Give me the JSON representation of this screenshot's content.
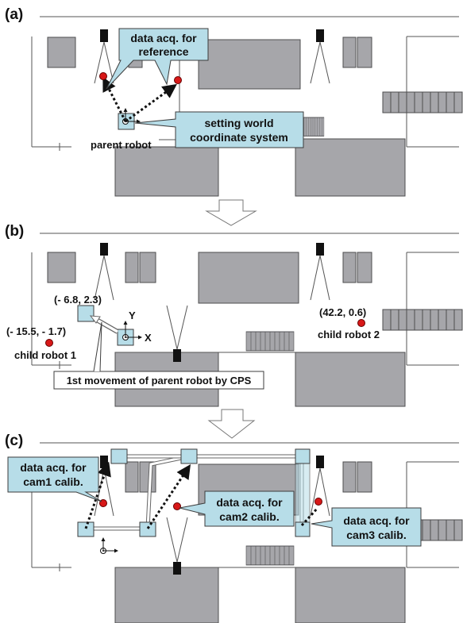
{
  "panels": {
    "a": {
      "label": "(a)",
      "callout_reference": [
        "data acq. for",
        "reference"
      ],
      "callout_world": [
        "setting world",
        "coordinate system"
      ],
      "parent_robot_label": "parent robot"
    },
    "b": {
      "label": "(b)",
      "coord_parent_target": "(- 6.8,   2.3)",
      "coord_child1": "(- 15.5,   - 1.7)",
      "coord_child2": "(42.2,   0.6)",
      "child_robot_1_label": "child robot 1",
      "child_robot_2_label": "child robot 2",
      "axis_y": "Y",
      "axis_x": "X",
      "callout_movement": "1st movement of parent robot by CPS"
    },
    "c": {
      "label": "(c)",
      "callout_cam1": [
        "data acq. for",
        "cam1 calib."
      ],
      "callout_cam2": [
        "data acq. for",
        "cam2 calib."
      ],
      "callout_cam3": [
        "data acq. for",
        "cam3 calib."
      ]
    }
  },
  "colors": {
    "wall_fill": "#a6a6aa",
    "wall_stroke": "#4d4d4f",
    "callout_fill": "#b7dde8",
    "callout_stroke": "#3c3c3c",
    "robot_fill": "#b7dde8",
    "point_red": "#d81818",
    "camera": "#111111",
    "line": "#555555"
  }
}
